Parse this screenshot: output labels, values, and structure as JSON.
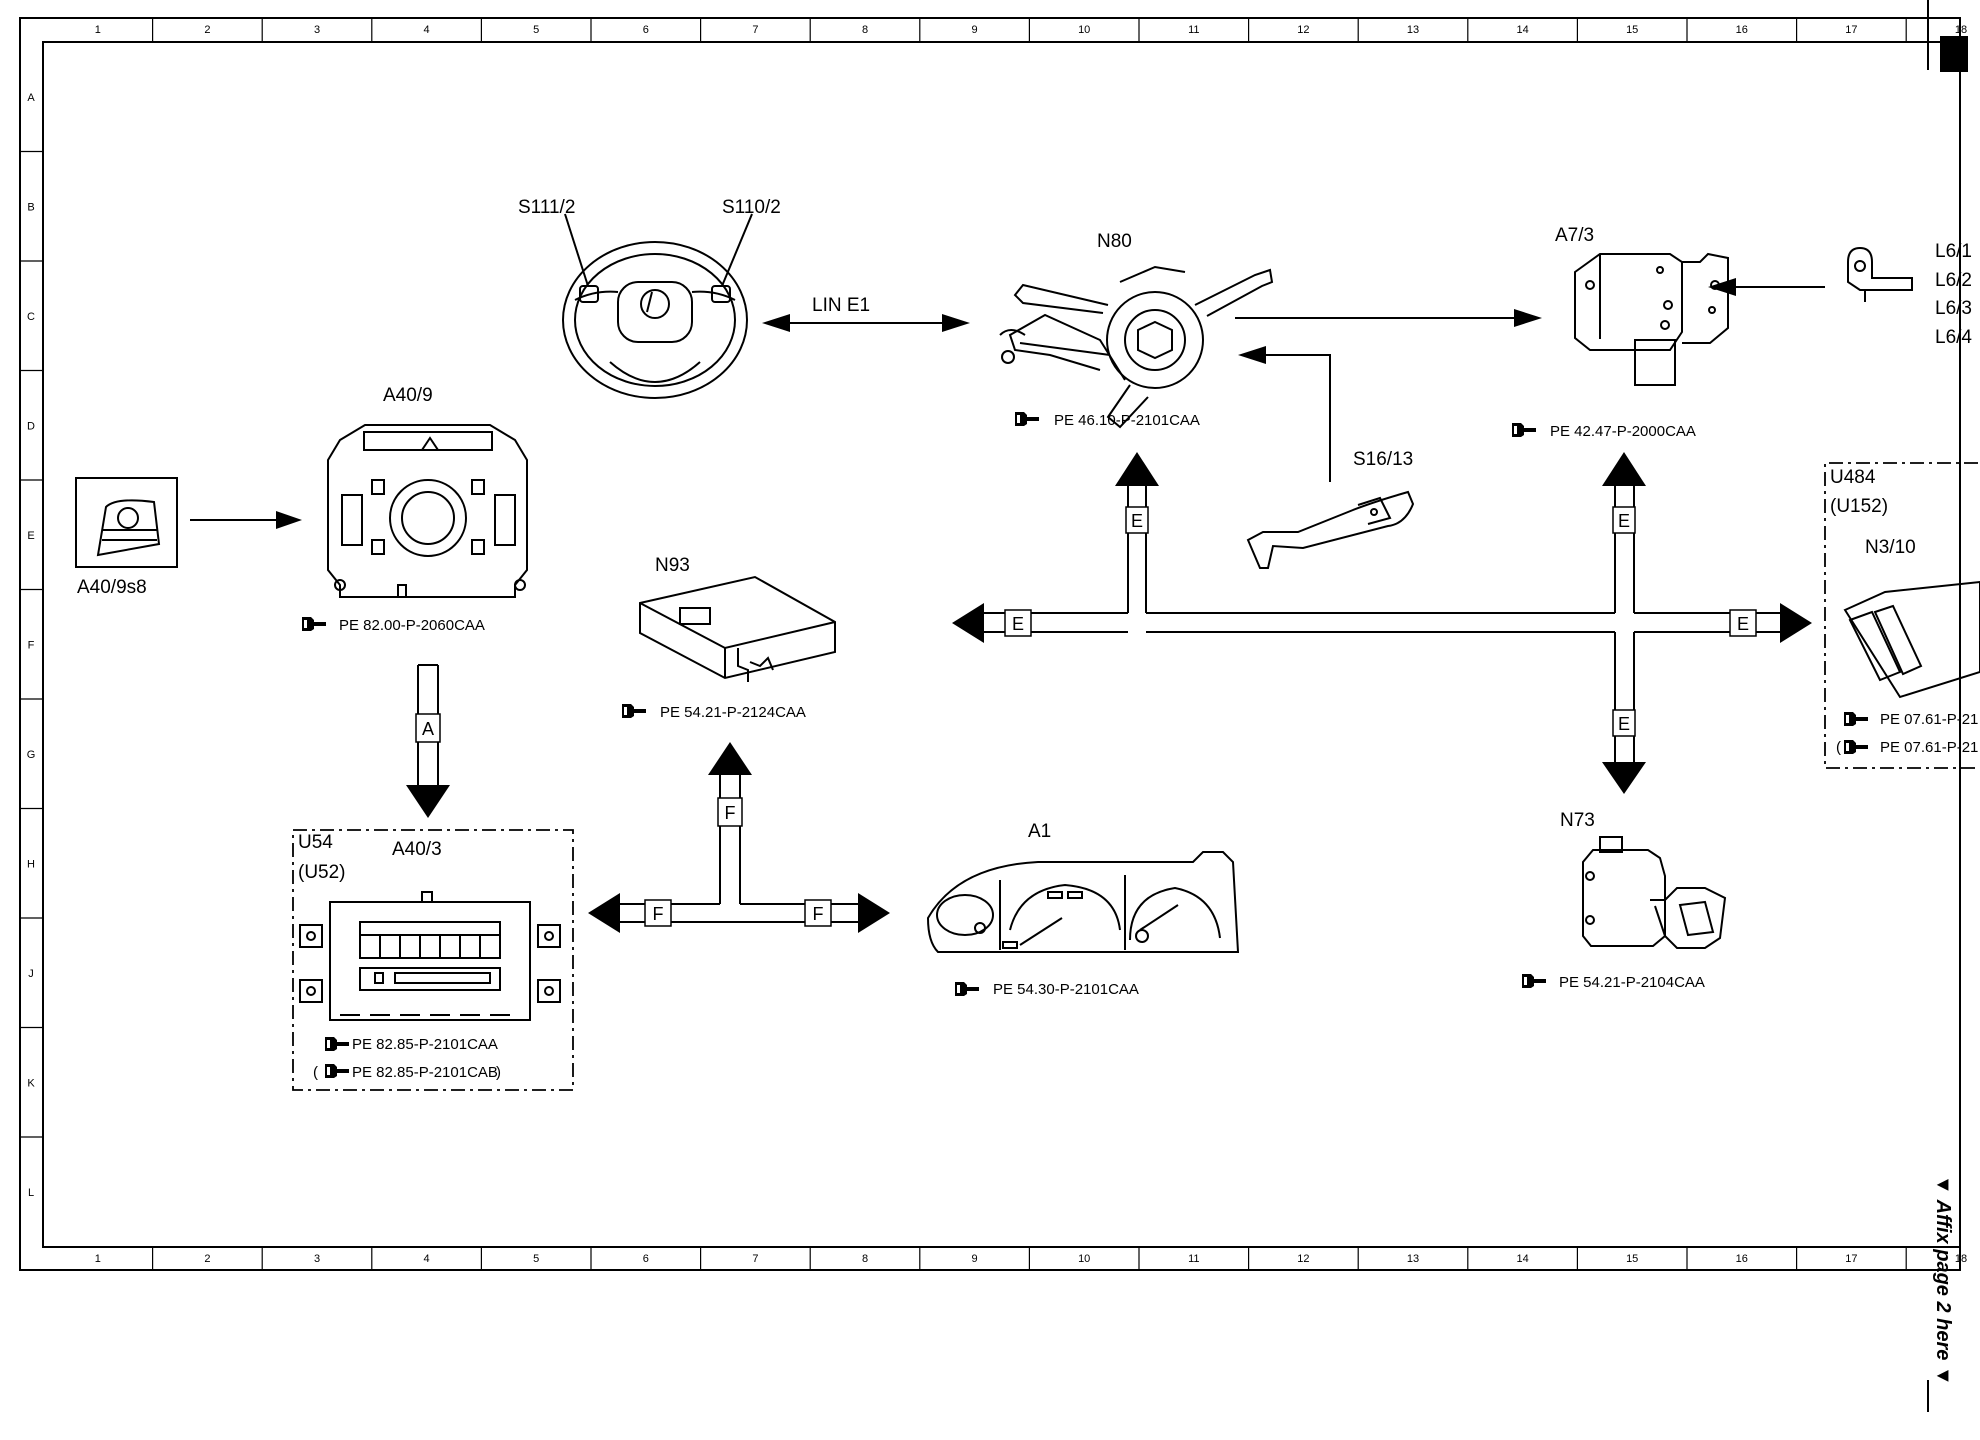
{
  "grid": {
    "columns": [
      "1",
      "2",
      "3",
      "4",
      "5",
      "6",
      "7",
      "8",
      "9",
      "10",
      "11",
      "12",
      "13",
      "14",
      "15",
      "16",
      "17",
      "18"
    ],
    "rows": [
      "A",
      "B",
      "C",
      "D",
      "E",
      "F",
      "G",
      "H",
      "J",
      "K",
      "L"
    ]
  },
  "components": {
    "s111_2": "S111/2",
    "s110_2": "S110/2",
    "n80": "N80",
    "a7_3": "A7/3",
    "l6_1": "L6/1",
    "l6_2": "L6/2",
    "l6_3": "L6/3",
    "l6_4": "L6/4",
    "a40_9": "A40/9",
    "a40_9s8": "A40/9s8",
    "s16_13": "S16/13",
    "u484": "U484",
    "u152": "(U152)",
    "n3_10": "N3/10",
    "n93": "N93",
    "n73": "N73",
    "a1": "A1",
    "u54": "U54",
    "u52": "(U52)",
    "a40_3": "A40/3"
  },
  "buses": {
    "lin": "LIN E1",
    "e": "E",
    "f": "F",
    "a": "A"
  },
  "references": {
    "n80": "PE 46.10-P-2101CAA",
    "a7_3": "PE 42.47-P-2000CAA",
    "a40_9": "PE 82.00-P-2060CAA",
    "n93": "PE 54.21-P-2124CAA",
    "n3_10_a": "PE 07.61-P-21",
    "n3_10_b": "PE 07.61-P-21",
    "a1": "PE 54.30-P-2101CAA",
    "n73": "PE 54.21-P-2104CAA",
    "a40_3_a": "PE 82.85-P-2101CAA",
    "a40_3_b": "PE 82.85-P-2101CAB",
    "paren_open": "(",
    "paren_close": ")"
  },
  "affix_note": "▼ Affix page 2 here ▼"
}
